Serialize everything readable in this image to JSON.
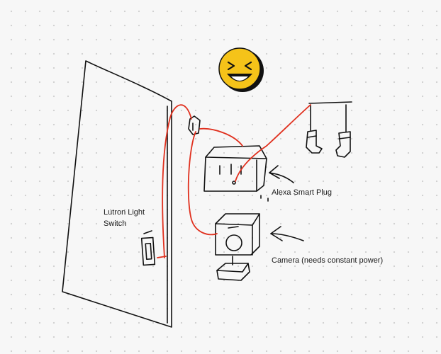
{
  "labels": {
    "switch_line1": "Lutron Light",
    "switch_line2": "Switch",
    "plug": "Alexa Smart Plug",
    "camera": "Camera (needs constant power)"
  },
  "icons": {
    "emoji": "laughing-face-icon"
  },
  "colors": {
    "wire": "#e0301e",
    "ink": "#111111",
    "emoji_face": "#f5c319"
  }
}
